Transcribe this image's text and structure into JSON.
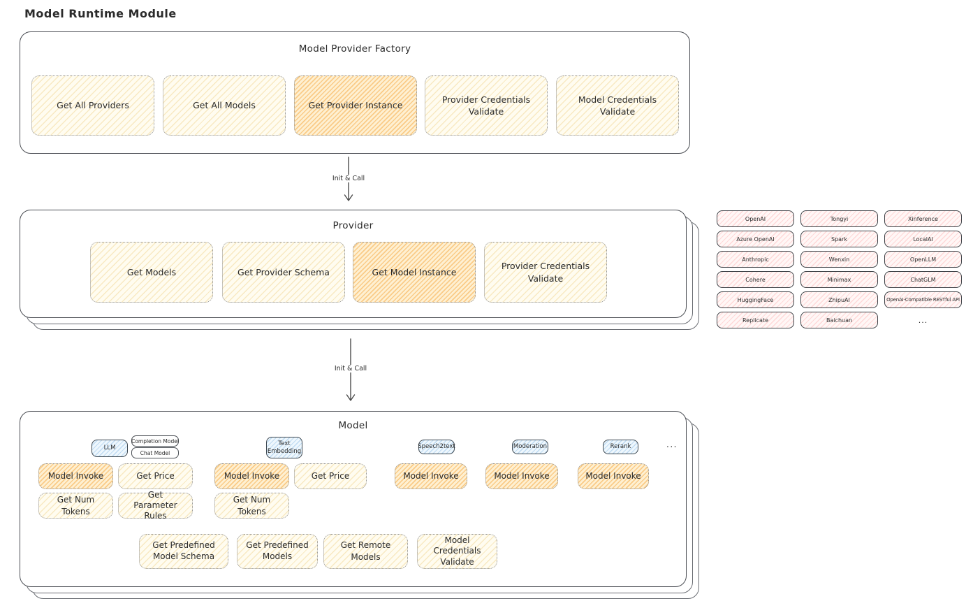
{
  "title": "Model Runtime Module",
  "colors": {
    "box_fill": "#fdf3cf",
    "highlight_fill": "#f8c570",
    "provider_pill_fill": "#ffdada",
    "type_badge_fill": "#cfe7f7",
    "outline": "#4a4d52"
  },
  "flow": {
    "init_call_1": "Init & Call",
    "init_call_2": "Init & Call"
  },
  "factory": {
    "title": "Model Provider Factory",
    "boxes": [
      {
        "label": "Get All Providers"
      },
      {
        "label": "Get All Models"
      },
      {
        "label": "Get Provider Instance"
      },
      {
        "label": "Provider Credentials Validate"
      },
      {
        "label": "Model Credentials Validate"
      }
    ]
  },
  "provider": {
    "title": "Provider",
    "boxes": [
      {
        "label": "Get Models"
      },
      {
        "label": "Get Provider Schema"
      },
      {
        "label": "Get Model Instance"
      },
      {
        "label": "Provider Credentials Validate"
      }
    ]
  },
  "provider_list": {
    "items": [
      "OpenAI",
      "Tongyi",
      "Xinference",
      "Azure OpenAI",
      "Spark",
      "LocalAI",
      "Anthropic",
      "Wenxin",
      "OpenLLM",
      "Cohere",
      "Minimax",
      "ChatGLM",
      "HuggingFace",
      "ZhipuAI",
      "OpenAI-Compatible RESTful API",
      "Replicate",
      "Baichuan"
    ],
    "more_label": "..."
  },
  "model": {
    "title": "Model",
    "type_badges": {
      "llm": "LLM",
      "completion_model": "Completion Model",
      "chat_model": "Chat Model",
      "text_embedding": "Text Embedding",
      "speech2text": "Speech2text",
      "moderation": "Moderation",
      "rerank": "Rerank",
      "more": "..."
    },
    "llm_ops": [
      {
        "label": "Model Invoke"
      },
      {
        "label": "Get Price"
      },
      {
        "label": "Get Num Tokens"
      },
      {
        "label": "Get Parameter Rules"
      }
    ],
    "text_embedding_ops": [
      {
        "label": "Model Invoke"
      },
      {
        "label": "Get Price"
      },
      {
        "label": "Get Num Tokens"
      }
    ],
    "speech2text_ops": [
      {
        "label": "Model Invoke"
      }
    ],
    "moderation_ops": [
      {
        "label": "Model Invoke"
      }
    ],
    "rerank_ops": [
      {
        "label": "Model Invoke"
      }
    ],
    "common_ops": [
      {
        "label": "Get Predefined Model Schema"
      },
      {
        "label": "Get Predefined Models"
      },
      {
        "label": "Get Remote Models"
      },
      {
        "label": "Model Credentials Validate"
      }
    ]
  }
}
